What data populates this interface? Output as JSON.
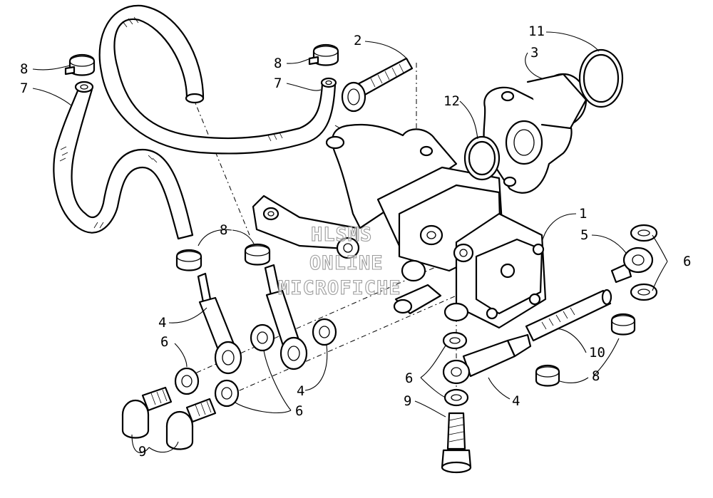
{
  "watermark": {
    "line1": "HLSMS",
    "line2": "ONLINE",
    "line3": "MICROFICHE"
  },
  "callouts": {
    "c8_topleft": "8",
    "c7_topleft": "7",
    "c2": "2",
    "c8_top": "8",
    "c7_top": "7",
    "c11": "11",
    "c3": "3",
    "c12": "12",
    "c1": "1",
    "c5": "5",
    "c6_right": "6",
    "c8_mid": "8",
    "c4_left": "4",
    "c6_left": "6",
    "c9_left": "9",
    "c4_mid": "4",
    "c6_bottom": "6",
    "c10": "10",
    "c6_center": "6",
    "c9_center": "9",
    "c4_right": "4",
    "c8_right": "8"
  }
}
